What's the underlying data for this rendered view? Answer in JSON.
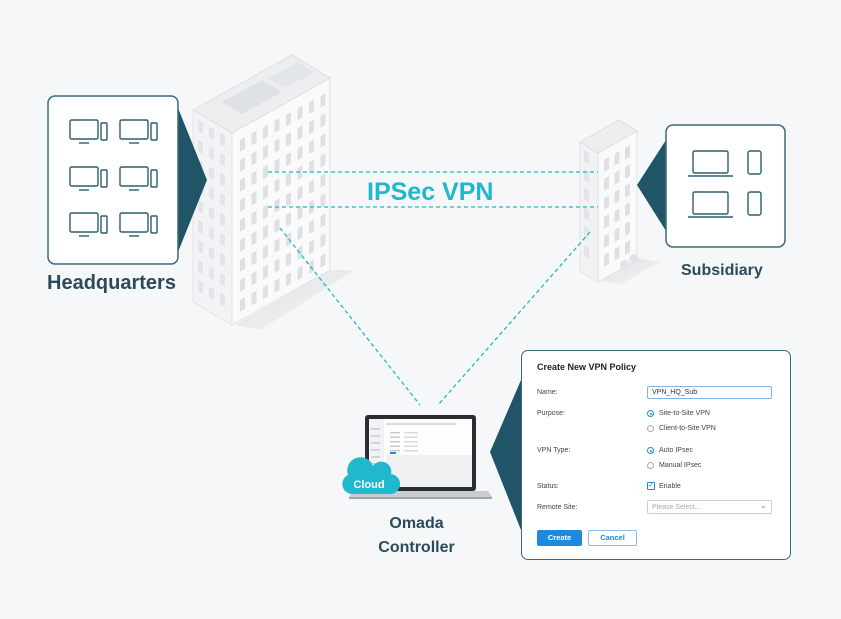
{
  "diagram": {
    "title_link": "IPSec VPN",
    "nodes": {
      "headquarters": "Headquarters",
      "subsidiary": "Subsidiary",
      "controller_line1": "Omada",
      "controller_line2": "Controller",
      "cloud_badge": "Cloud"
    },
    "colors": {
      "accent": "#1fb8cc",
      "panel_border": "#3c6b7a",
      "pointer": "#1f5567",
      "label": "#2b4b5c",
      "device": "#2b5e6e"
    },
    "icons": [
      "desktop-monitor-icon",
      "laptop-icon",
      "phone-icon",
      "building-icon",
      "cloud-icon"
    ]
  },
  "form": {
    "title": "Create New VPN Policy",
    "name_label": "Name:",
    "name_value": "VPN_HQ_Sub",
    "purpose_label": "Purpose:",
    "purpose_options": [
      "Site-to-Site VPN",
      "Client-to-Site VPN"
    ],
    "purpose_selected": "Site-to-Site VPN",
    "vpn_type_label": "VPN Type:",
    "vpn_type_options": [
      "Auto IPsec",
      "Manual IPsec"
    ],
    "vpn_type_selected": "Auto IPsec",
    "status_label": "Status:",
    "status_option": "Enable",
    "status_checked": true,
    "remote_site_label": "Remote Site:",
    "remote_site_placeholder": "Please Select...",
    "create_button": "Create",
    "cancel_button": "Cancel"
  }
}
